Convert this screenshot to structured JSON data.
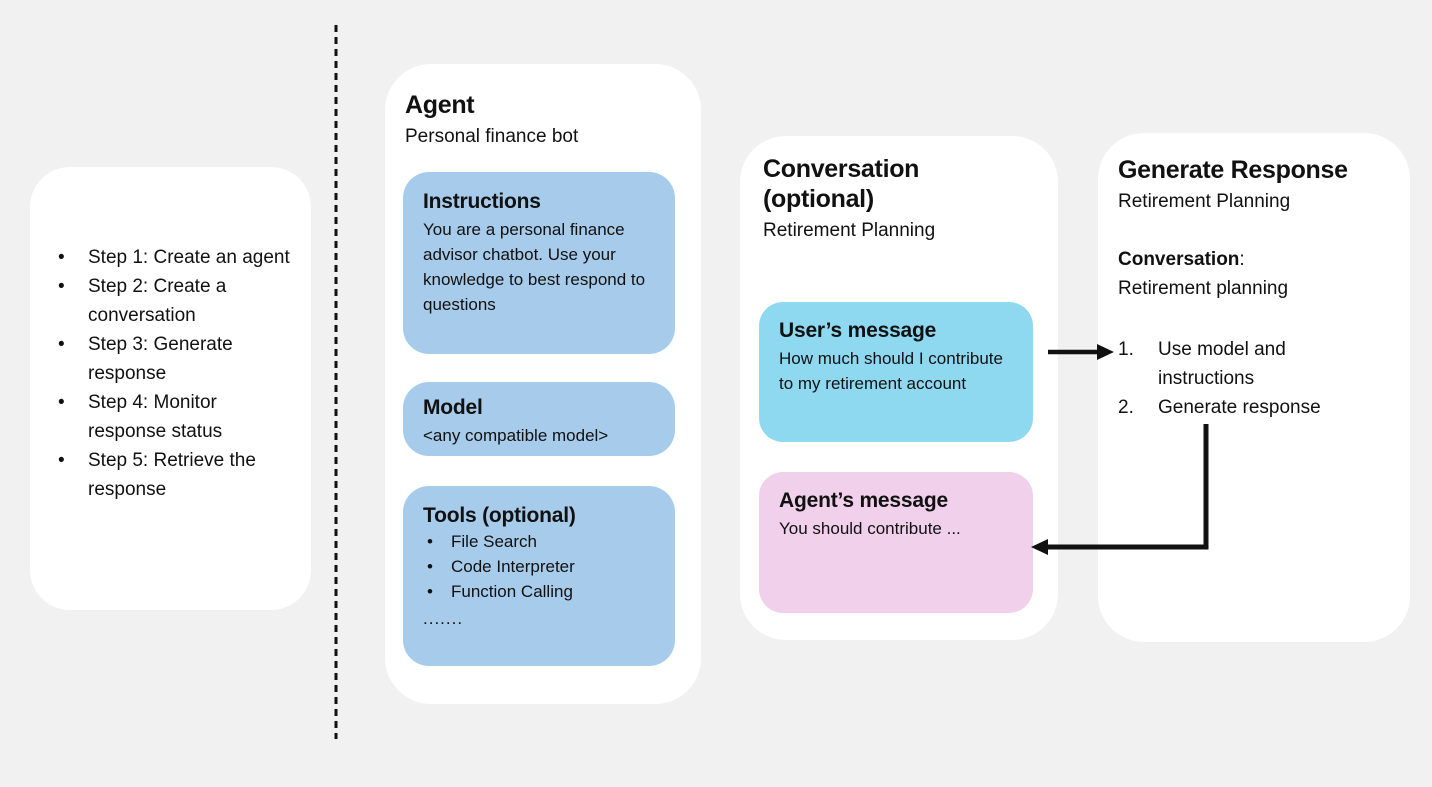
{
  "steps_card": {
    "bullet_char": "•",
    "items": [
      "Step 1: Create an agent",
      "Step 2: Create a conversation",
      "Step 3: Generate response",
      "Step 4: Monitor response status",
      "Step 5: Retrieve the response"
    ]
  },
  "agent_card": {
    "title": "Agent",
    "subtitle": "Personal finance bot",
    "instructions": {
      "title": "Instructions",
      "body": "You are a personal finance advisor chatbot. Use your knowledge to best respond to questions"
    },
    "model": {
      "title": "Model",
      "body": "<any compatible model>"
    },
    "tools": {
      "title": "Tools (optional)",
      "items": [
        "File Search",
        "Code Interpreter",
        "Function Calling"
      ],
      "ellipsis": "......."
    }
  },
  "conversation_card": {
    "title_line1": "Conversation",
    "title_line2": "(optional)",
    "subtitle": "Retirement Planning",
    "user_message": {
      "title": "User’s message",
      "body": "How much should I contribute to my retirement account"
    },
    "agent_message": {
      "title": "Agent’s message",
      "body": "You should contribute ..."
    }
  },
  "generate_card": {
    "title": "Generate Response",
    "subtitle": "Retirement Planning",
    "conversation_label": "Conversation",
    "conversation_colon": ":",
    "conversation_value": "Retirement planning",
    "list": [
      {
        "num": "1.",
        "text": "Use model and instructions"
      },
      {
        "num": "2.",
        "text": "Generate response"
      }
    ]
  },
  "colors": {
    "background": "#f1f1f1",
    "card": "#ffffff",
    "agent_box_blue": "#a7cbea",
    "user_message_cyan": "#8ed8f0",
    "agent_message_pink": "#f1d0ec",
    "text": "#111111",
    "arrow": "#111111"
  }
}
